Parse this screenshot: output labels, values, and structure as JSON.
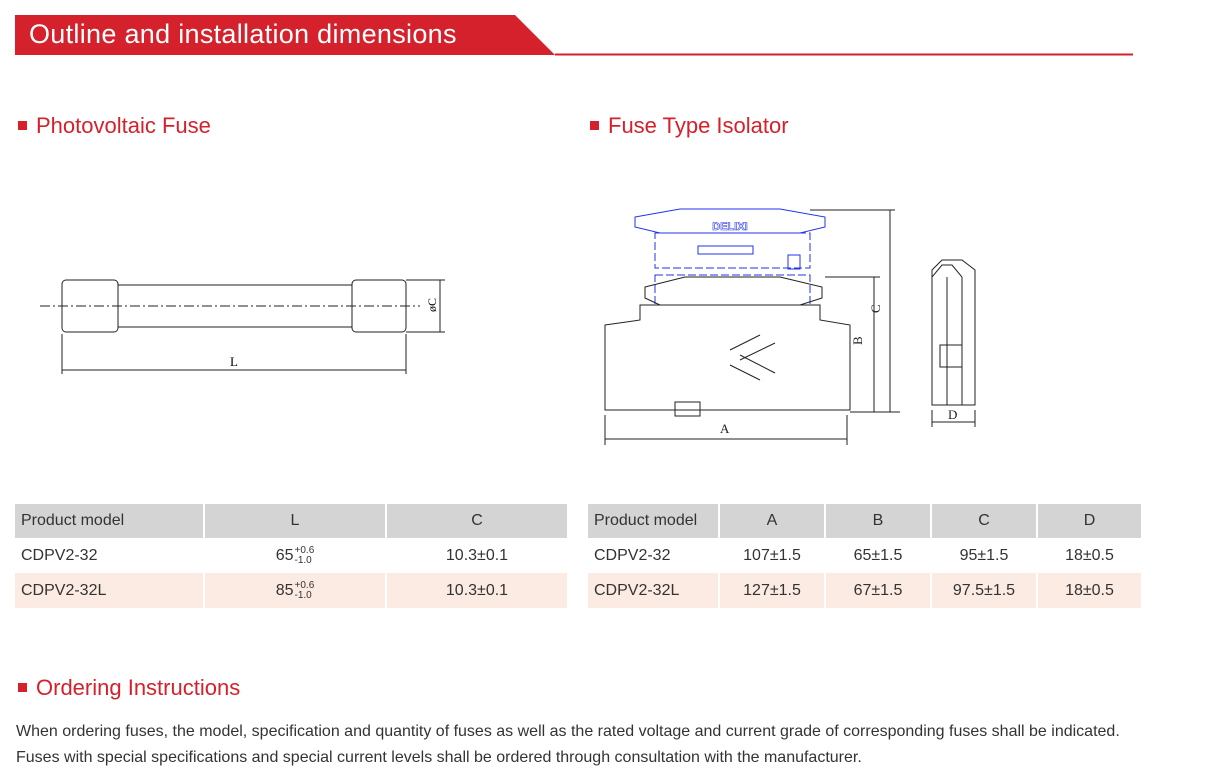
{
  "header": {
    "title": "Outline and installation dimensions",
    "color": "#d4212b"
  },
  "fuse": {
    "heading": "Photovoltaic Fuse",
    "dim_L": "L",
    "dim_C": "øC",
    "table": {
      "headers": [
        "Product model",
        "L",
        "C"
      ],
      "rows": [
        {
          "model": "CDPV2-32",
          "L": "65",
          "L_plus": "+0.6",
          "L_minus": "-1.0",
          "C": "10.3±0.1"
        },
        {
          "model": "CDPV2-32L",
          "L": "85",
          "L_plus": "+0.6",
          "L_minus": "-1.0",
          "C": "10.3±0.1"
        }
      ]
    }
  },
  "isolator": {
    "heading": "Fuse Type Isolator",
    "brand": "DELIXI",
    "dims": [
      "A",
      "B",
      "C",
      "D"
    ],
    "table": {
      "headers": [
        "Product model",
        "A",
        "B",
        "C",
        "D"
      ],
      "rows": [
        [
          "CDPV2-32",
          "107±1.5",
          "65±1.5",
          "95±1.5",
          "18±0.5"
        ],
        [
          "CDPV2-32L",
          "127±1.5",
          "67±1.5",
          "97.5±1.5",
          "18±0.5"
        ]
      ]
    }
  },
  "ordering": {
    "heading": "Ordering Instructions",
    "text": "When ordering fuses, the model, specification and quantity of fuses as well as the rated voltage and current grade of corresponding fuses shall be indicated. Fuses with special specifications and special current levels shall be ordered through consultation with the manufacturer."
  }
}
